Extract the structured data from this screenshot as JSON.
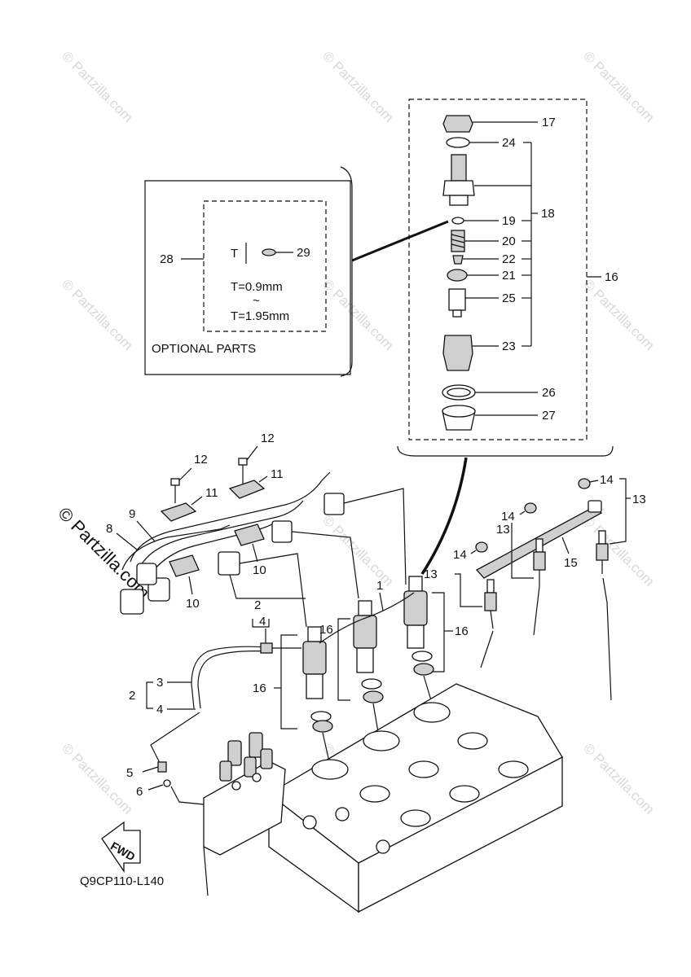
{
  "diagram": {
    "code": "Q9CP110-L140",
    "optional_box_title": "OPTIONAL PARTS",
    "thickness_symbol": "T",
    "thickness_min": "T=0.9mm",
    "thickness_range_mark": "~",
    "thickness_max": "T=1.95mm",
    "fwd_label": "FWD",
    "watermark": "© Partzilla.com",
    "callouts": {
      "c1": "1",
      "c2": "2",
      "c3": "3",
      "c4": "4",
      "c5": "5",
      "c6": "6",
      "c8": "8",
      "c9": "9",
      "c10": "10",
      "c11": "11",
      "c12": "12",
      "c13": "13",
      "c14": "14",
      "c15": "15",
      "c16": "16",
      "c17": "17",
      "c18": "18",
      "c19": "19",
      "c20": "20",
      "c21": "21",
      "c22": "22",
      "c23": "23",
      "c24": "24",
      "c25": "25",
      "c26": "26",
      "c27": "27",
      "c28": "28",
      "c29": "29"
    }
  }
}
